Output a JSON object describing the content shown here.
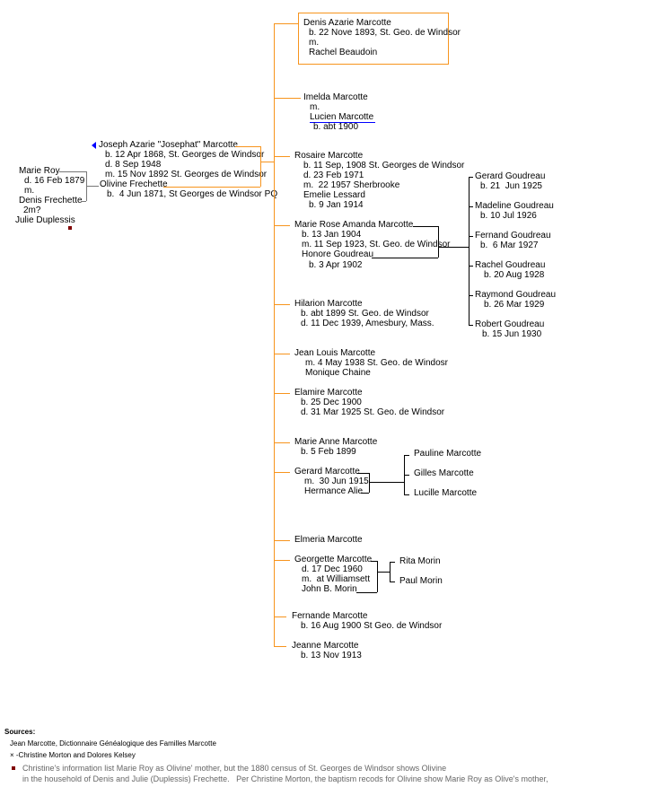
{
  "parents": {
    "father": [
      "Joseph Azarie \"Josephat\" Marcotte",
      "b. 12 Apr 1868, St. Georges de Windsor",
      "d. 8 Sep 1948",
      "m. 15 Nov 1892 St. Georges de Windsor"
    ],
    "mother": [
      "Olivine Frechette",
      "b.  4 Jun 1871, St Georges de Windsor PQ"
    ],
    "grandparents": [
      "Marie Roy",
      "d. 16 Feb 1879",
      "m.",
      "Denis Frechette",
      "2m?",
      "Julie Duplessis"
    ]
  },
  "children": [
    [
      "Denis Azarie Marcotte",
      "b. 22 Nove 1893, St. Geo. de Windsor",
      "m.",
      "Rachel Beaudoin"
    ],
    [
      "Imelda Marcotte",
      "m.",
      "Lucien Marcotte",
      "b. abt 1900"
    ],
    [
      "Rosaire Marcotte",
      "b. 11 Sep, 1908 St. Georges de Windsor",
      "d. 23 Feb 1971",
      "m.  22 1957 Sherbrooke",
      "Emelie Lessard",
      "b. 9 Jan 1914"
    ],
    [
      "Marie Rose Amanda Marcotte",
      "b. 13 Jan 1904",
      "m. 11 Sep 1923, St. Geo. de Windsor",
      "Honore Goudreau",
      "b. 3 Apr 1902"
    ],
    [
      "Hilarion Marcotte",
      "b. abt 1899 St. Geo. de Windsor",
      "d. 11 Dec 1939, Amesbury, Mass."
    ],
    [
      "Jean Louis Marcotte",
      "m. 4 May 1938 St. Geo. de Windosr",
      "Monique Chaine"
    ],
    [
      "Elamire Marcotte",
      "b. 25 Dec 1900",
      "d. 31 Mar 1925 St. Geo. de Windsor"
    ],
    [
      "Marie Anne Marcotte",
      "b. 5 Feb 1899"
    ],
    [
      "Gerard Marcotte",
      "m.  30 Jun 1915",
      "Hermance Alie"
    ],
    [
      "Elmeria Marcotte"
    ],
    [
      "Georgette Marcotte",
      "d. 17 Dec 1960",
      "m.  at Williamsett",
      "John B. Morin"
    ],
    [
      "Fernande Marcotte",
      "b. 16 Aug 1900 St Geo. de Windsor"
    ],
    [
      "Jeanne Marcotte",
      "b. 13 Nov 1913"
    ]
  ],
  "goudreau_children": [
    [
      "Gerard Goudreau",
      "b. 21  Jun 1925"
    ],
    [
      "Madeline Goudreau",
      "b. 10 Jul 1926"
    ],
    [
      "Fernand Goudreau",
      "b.  6 Mar 1927"
    ],
    [
      "Rachel Goudreau",
      "b. 20 Aug 1928"
    ],
    [
      "Raymond Goudreau",
      "b. 26 Mar 1929"
    ],
    [
      "Robert Goudreau",
      "b. 15 Jun 1930"
    ]
  ],
  "gerard_children": [
    [
      "Pauline Marcotte"
    ],
    [
      "Gilles Marcotte"
    ],
    [
      "Lucille Marcotte"
    ]
  ],
  "morin_children": [
    [
      "Rita Morin"
    ],
    [
      "Paul Morin"
    ]
  ],
  "sources": {
    "heading": "Sources:",
    "items": [
      "Jean Marcotte, Dictionnaire Généalogique des Familles Marcotte",
      "× -Christine Morton and Dolores Kelsey"
    ],
    "note": [
      "Christine's information list Marie Roy as Olivine' mother, but the 1880 census of St. Georges de Windsor shows Olivine",
      "in the household of Denis and Julie (Duplessis) Frechette.   Per Christine Morton, the baptism recods for Olivine show Marie Roy as Olive's mother,"
    ]
  },
  "colors": {
    "line": "#f7941d",
    "link": "#0000ff",
    "marker": "#800000"
  }
}
